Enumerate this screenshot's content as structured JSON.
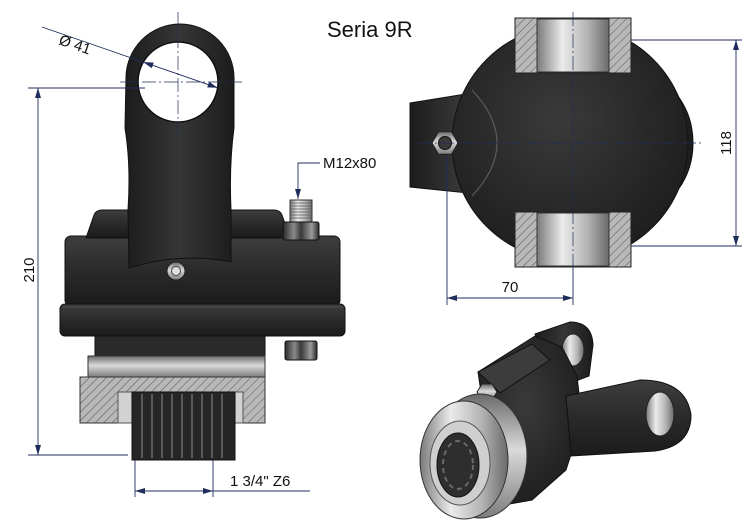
{
  "title": "Seria 9R",
  "dimensions": {
    "diameter": "Ø 41",
    "bolt": "M12x80",
    "height": "210",
    "width": "118",
    "length": "70",
    "spline": "1 3/4\" Z6"
  },
  "colors": {
    "part_body": "#2a2a2a",
    "metal": "#a0a0a0",
    "dimension_lines": "#1f2d5c",
    "text": "#111111"
  }
}
